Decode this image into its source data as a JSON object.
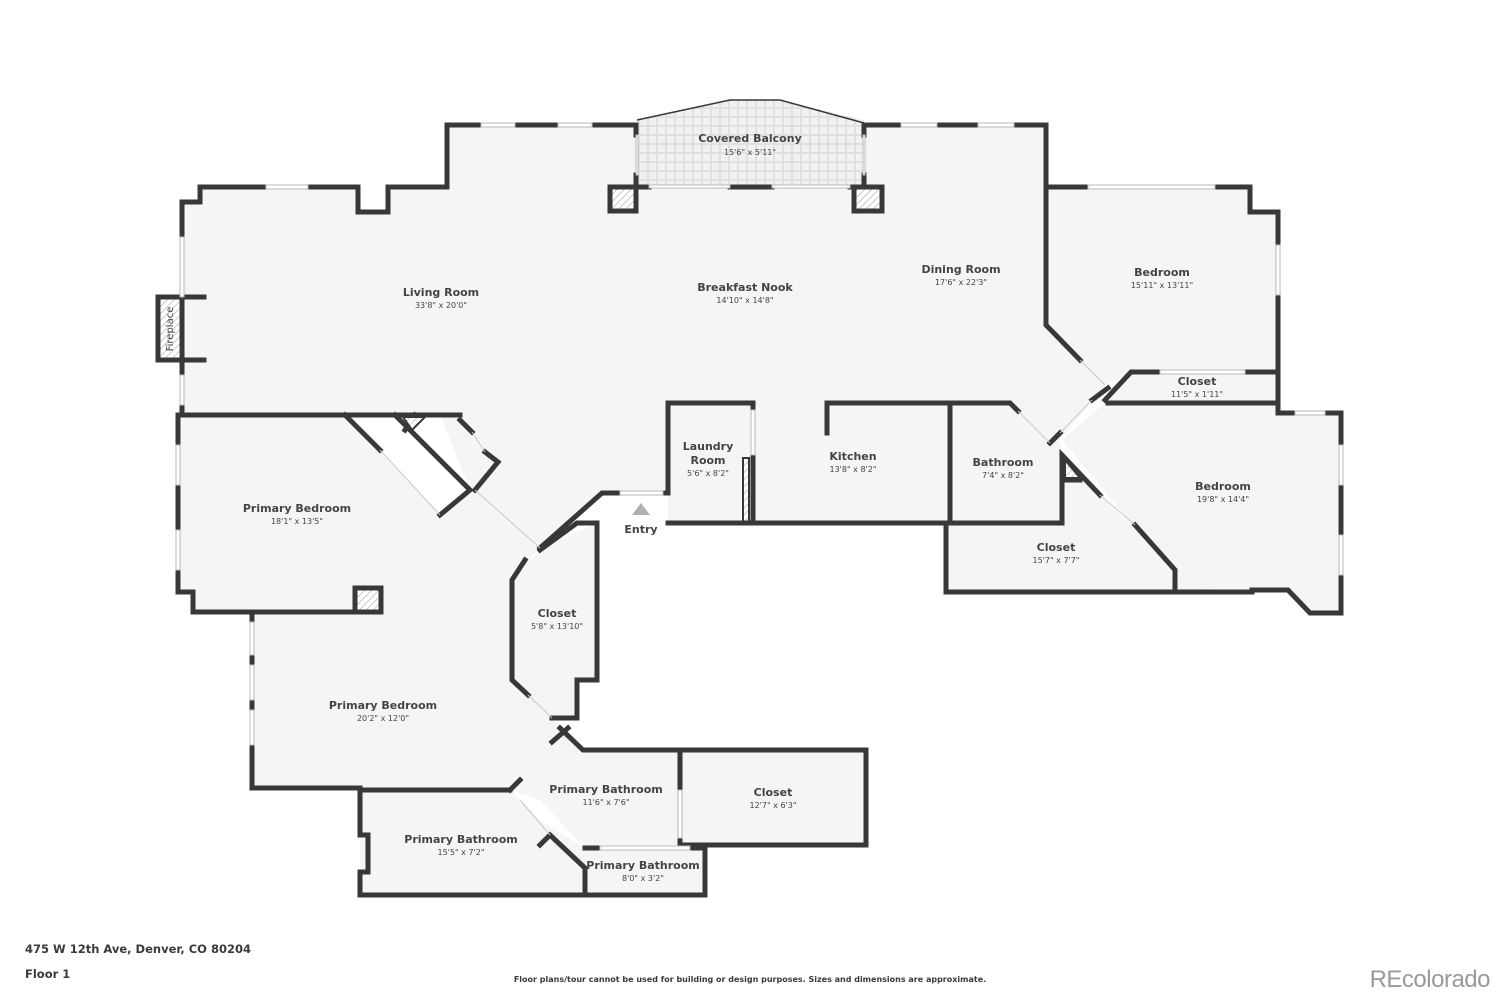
{
  "listing": {
    "address": "475 W 12th Ave, Denver, CO 80204",
    "floor_label": "Floor 1",
    "disclaimer": "Floor plans/tour cannot be used for building or design purposes. Sizes and dimensions are approximate.",
    "brand": "REcolorado"
  },
  "colors": {
    "wall": "#383838",
    "floor": "#f5f5f5",
    "background": "#ffffff",
    "text": "#444444",
    "entry_marker": "#b0b0b0"
  },
  "rooms": [
    {
      "name": "Covered Balcony",
      "dims": "15'6\" x 5'11\""
    },
    {
      "name": "Living Room",
      "dims": "33'8\" x 20'0\""
    },
    {
      "name": "Breakfast Nook",
      "dims": "14'10\" x 14'8\""
    },
    {
      "name": "Dining Room",
      "dims": "17'6\" x 22'3\""
    },
    {
      "name": "Bedroom",
      "dims": "15'11\" x 13'11\""
    },
    {
      "name": "Closet",
      "dims": "11'5\" x 1'11\""
    },
    {
      "name": "Laundry",
      "name2": "Room",
      "dims": "5'6\" x 8'2\""
    },
    {
      "name": "Kitchen",
      "dims": "13'8\" x 8'2\""
    },
    {
      "name": "Bathroom",
      "dims": "7'4\" x 8'2\""
    },
    {
      "name": "Bedroom",
      "dims": "19'8\" x 14'4\""
    },
    {
      "name": "Closet",
      "dims": "15'7\" x 7'7\""
    },
    {
      "name": "Primary Bedroom",
      "dims": "18'1\" x 13'5\""
    },
    {
      "name": "Closet",
      "dims": "5'8\" x 13'10\""
    },
    {
      "name": "Primary Bedroom",
      "dims": "20'2\" x 12'0\""
    },
    {
      "name": "Primary Bathroom",
      "dims": "11'6\" x 7'6\""
    },
    {
      "name": "Closet",
      "dims": "12'7\" x 6'3\""
    },
    {
      "name": "Primary Bathroom",
      "dims": "15'5\" x 7'2\""
    },
    {
      "name": "Primary Bathroom",
      "dims": "8'0\" x 3'2\""
    }
  ],
  "fixtures": {
    "fireplace": "Fireplace",
    "entry": "Entry"
  }
}
